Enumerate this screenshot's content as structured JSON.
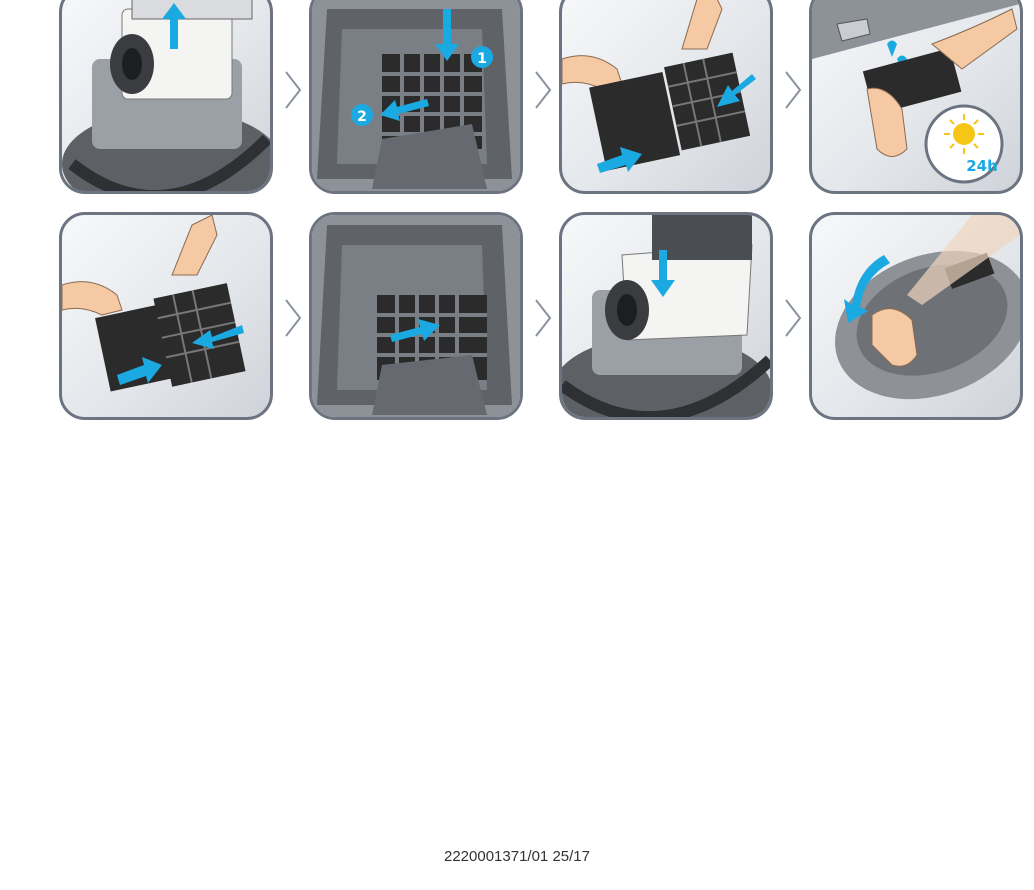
{
  "colors": {
    "accent": "#1ba9e1",
    "frame": "#6b7480",
    "separator": "#8a939d",
    "sun": "#f5c518",
    "filter": "#2b2b2b"
  },
  "steps": [
    {
      "icons": [
        "vacuum-icon",
        "dust-bag-icon",
        "arrow-up-icon"
      ]
    },
    {
      "icons": [
        "filter-grid-icon",
        "arrow-down-icon",
        "arrow-left-icon"
      ],
      "badges": [
        "1",
        "2"
      ]
    },
    {
      "icons": [
        "hand-icon",
        "filter-icon",
        "arrow-apart-icon"
      ]
    },
    {
      "icons": [
        "faucet-icon",
        "water-drop-icon",
        "sun-icon"
      ],
      "dry_label": "24h"
    },
    {
      "icons": [
        "hand-icon",
        "filter-icon",
        "arrow-together-icon"
      ]
    },
    {
      "icons": [
        "filter-grid-icon",
        "arrow-right-icon"
      ]
    },
    {
      "icons": [
        "vacuum-icon",
        "dust-bag-icon",
        "arrow-down-icon"
      ]
    },
    {
      "icons": [
        "vacuum-icon",
        "hand-icon",
        "arrow-curve-icon"
      ]
    }
  ],
  "footer": {
    "text": "2220001371/01 25/17"
  }
}
